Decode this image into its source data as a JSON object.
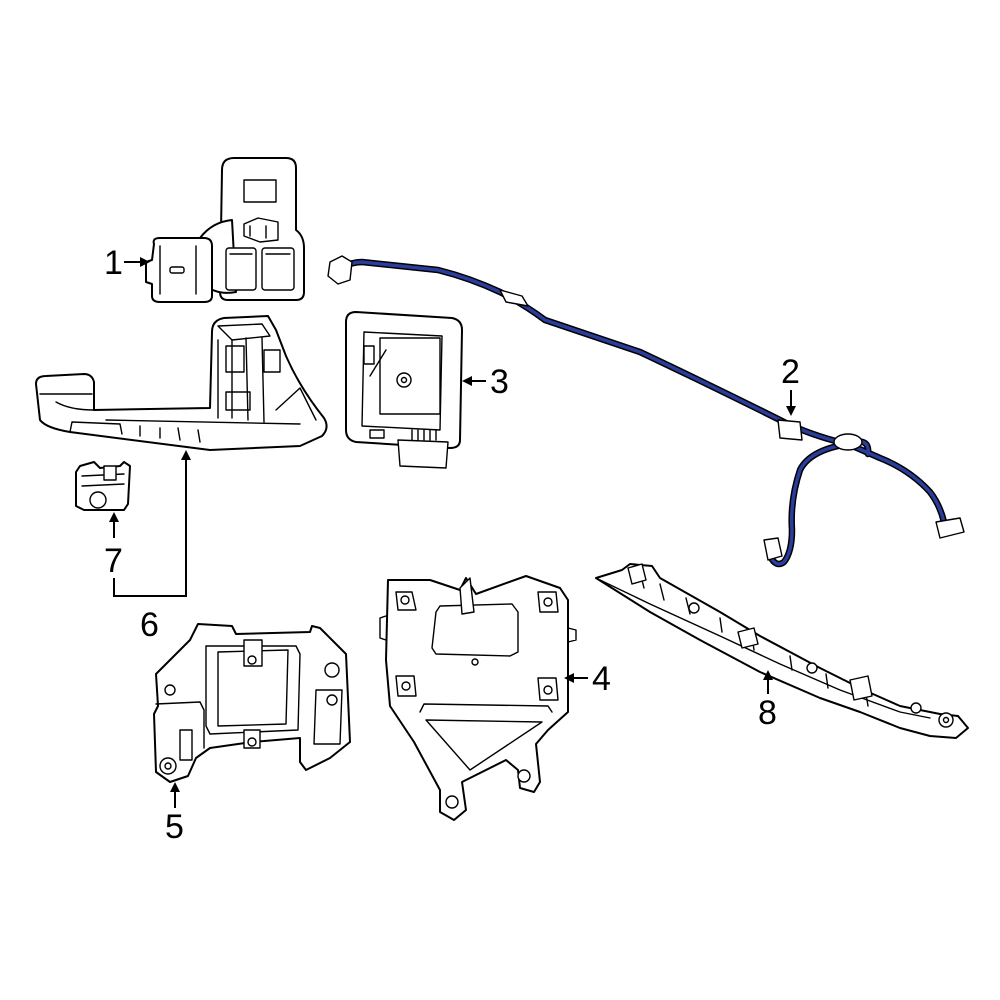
{
  "diagram": {
    "highlight_color": "#2a3d9b",
    "line_color": "#000000",
    "background": "#ffffff",
    "callouts": [
      {
        "id": "1",
        "label": "1"
      },
      {
        "id": "2",
        "label": "2"
      },
      {
        "id": "3",
        "label": "3"
      },
      {
        "id": "4",
        "label": "4"
      },
      {
        "id": "5",
        "label": "5"
      },
      {
        "id": "6",
        "label": "6"
      },
      {
        "id": "7",
        "label": "7"
      },
      {
        "id": "8",
        "label": "8"
      }
    ]
  }
}
